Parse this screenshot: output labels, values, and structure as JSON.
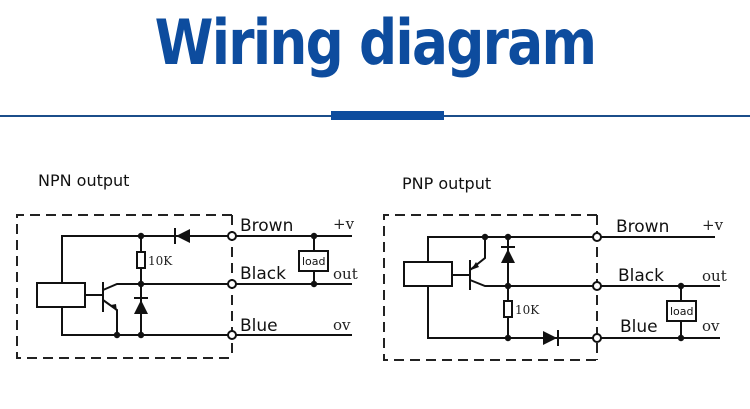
{
  "header": {
    "title": "Wiring diagram",
    "accent_color": "#0d4c9e"
  },
  "diagrams": [
    {
      "title": "NPN output",
      "resistor": "10K",
      "wires": [
        {
          "color_name": "Brown",
          "signal": "+v"
        },
        {
          "color_name": "Black",
          "signal": "out"
        },
        {
          "color_name": "Blue",
          "signal": "ov"
        }
      ],
      "load_label": "load",
      "load_between": [
        "+v",
        "out"
      ]
    },
    {
      "title": "PNP output",
      "resistor": "10K",
      "wires": [
        {
          "color_name": "Brown",
          "signal": "+v"
        },
        {
          "color_name": "Black",
          "signal": "out"
        },
        {
          "color_name": "Blue",
          "signal": "ov"
        }
      ],
      "load_label": "load",
      "load_between": [
        "out",
        "ov"
      ]
    }
  ]
}
